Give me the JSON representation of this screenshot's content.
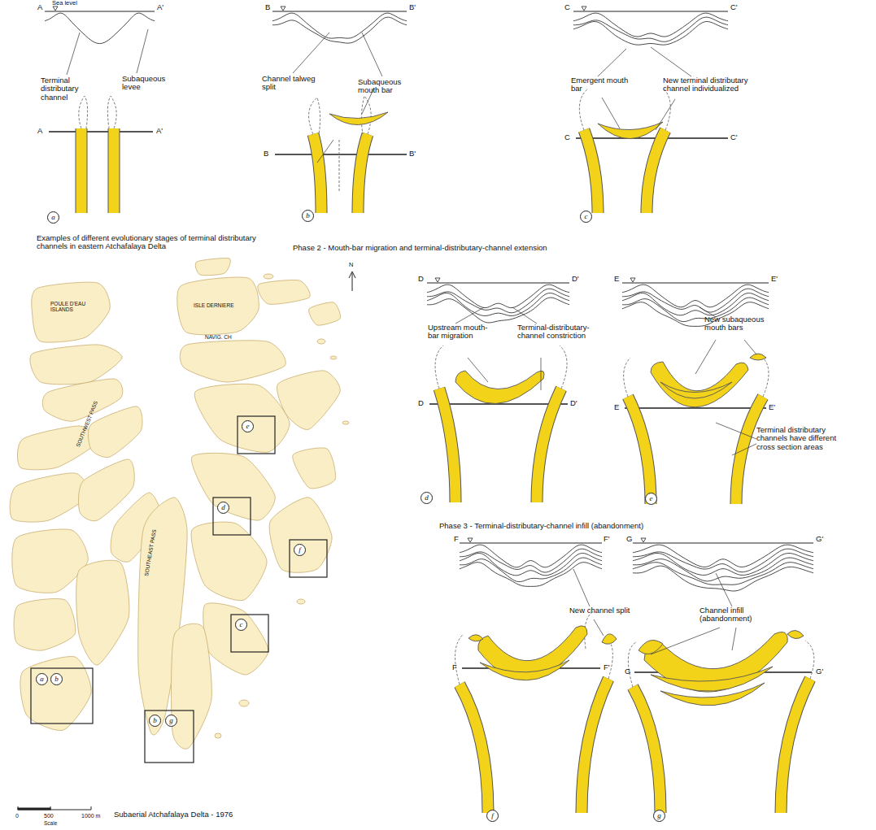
{
  "diagram": {
    "nodes": [
      {
        "text": [
          "a"
        ]
      },
      {
        "text": [
          "b"
        ]
      },
      {
        "text": [
          "c"
        ]
      },
      {
        "text": [
          "d"
        ]
      },
      {
        "text": [
          "e"
        ]
      },
      {
        "text": [
          "f"
        ]
      },
      {
        "text": [
          "g"
        ]
      },
      {
        "text": [
          "e"
        ]
      },
      {
        "text": [
          "d"
        ]
      },
      {
        "text": [
          "f"
        ]
      },
      {
        "text": [
          "c"
        ]
      },
      {
        "text": [
          "a"
        ]
      },
      {
        "text": [
          "b"
        ]
      },
      {
        "text": [
          "b"
        ]
      },
      {
        "text": [
          "g"
        ]
      }
    ],
    "labels": [
      "A",
      "Sea level",
      "A'",
      "Terminal distributary channel",
      "Subaqueous levee",
      "A",
      "A'",
      "Examples of different evolutionary stages of terminal distributary channels in eastern Atchafalaya Delta",
      "B",
      "B'",
      "Channel talweg split",
      "Subaqueous mouth bar",
      "B",
      "B'",
      "C",
      "C'",
      "Emergent mouth bar",
      "New terminal distributary channel individualized",
      "C",
      "C'",
      "Phase 2 - Mouth-bar migration and terminal-distributary-channel extension",
      "D",
      "D'",
      "Upstream mouth-bar migration",
      "Terminal-distributary-channel constriction",
      "D",
      "D'",
      "E",
      "E'",
      "New subaqueous mouth bars",
      "Terminal distributary channels have different cross section areas",
      "E",
      "E'",
      "Phase 3 - Terminal-distributary-channel infill (abandonment)",
      "F",
      "F'",
      "New channel split",
      "F",
      "F'",
      "G",
      "G'",
      "Channel infill (abandonment)",
      "G",
      "G'",
      "POULE D'EAU ISLANDS",
      "ISLE DERNIERE",
      "N",
      "NAVIG. CH",
      "SOUTHWEST PASS",
      "SOUTHEAST PASS",
      "0",
      "500",
      "1000 m",
      "Scale",
      "Subaerial Atchafalaya Delta - 1976"
    ]
  }
}
